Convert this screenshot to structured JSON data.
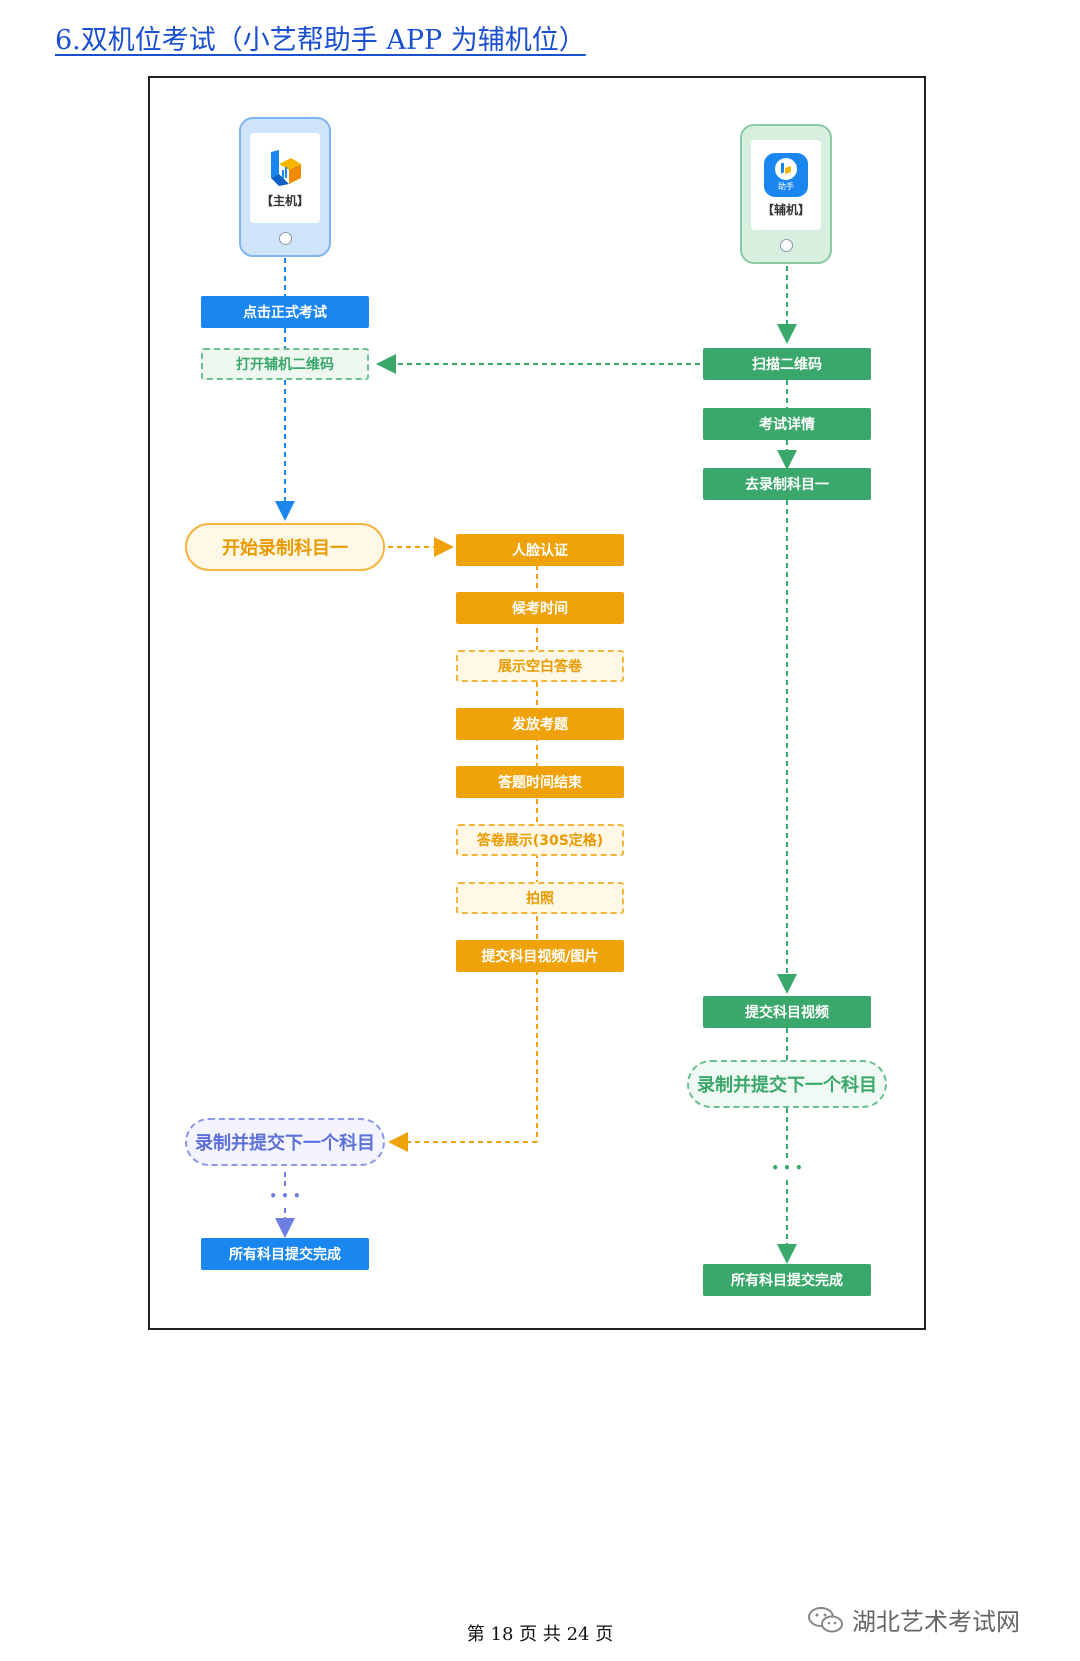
{
  "heading": "6.双机位考试（小艺帮助手 APP 为辅机位）",
  "main_phone": {
    "label": "【主机】"
  },
  "aux_phone": {
    "label": "【辅机】",
    "icon_text": "助手"
  },
  "left_flow": {
    "start_exam": "点击正式考试",
    "open_qr": "打开辅机二维码",
    "start_record": "开始录制科目一",
    "next_subject": "录制并提交下一个科目",
    "ellipsis": "• • •",
    "all_done": "所有科目提交完成"
  },
  "middle_flow": {
    "face_auth": "人脸认证",
    "wait_time": "候考时间",
    "show_blank": "展示空白答卷",
    "issue_questions": "发放考题",
    "answer_end": "答题时间结束",
    "show_answer": "答卷展示(30S定格)",
    "photo": "拍照",
    "submit_media": "提交科目视频/图片"
  },
  "right_flow": {
    "scan_qr": "扫描二维码",
    "exam_detail": "考试详情",
    "go_record": "去录制科目一",
    "submit_video": "提交科目视频",
    "next_subject": "录制并提交下一个科目",
    "ellipsis": "• • •",
    "all_done": "所有科目提交完成"
  },
  "footer": {
    "page": "第 18 页 共 24 页",
    "watermark": "湖北艺术考试网"
  },
  "colors": {
    "blue": "#1a86f0",
    "green": "#3aa86a",
    "orange": "#f0a20a",
    "link": "#1a4fd0"
  }
}
